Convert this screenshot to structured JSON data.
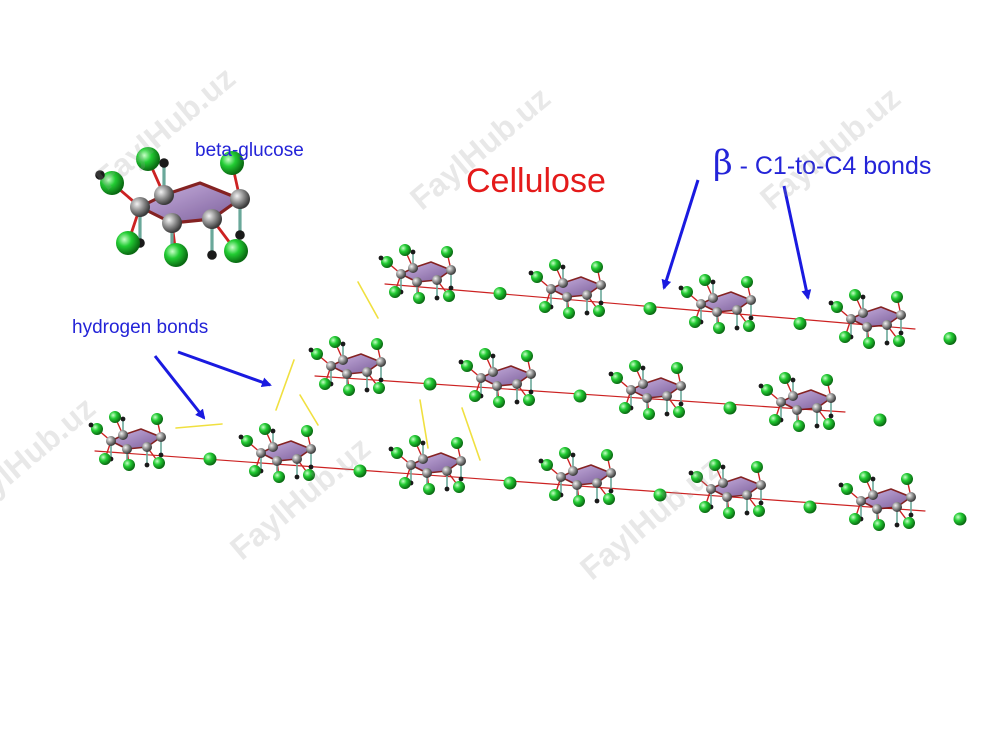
{
  "title": "Cellulose",
  "labels": {
    "monomer": "beta-glucose",
    "hydrogen_bonds": "hydrogen bonds",
    "beta_symbol": "β",
    "glycosidic_bonds": "- C1-to-C4 bonds"
  },
  "watermark": "FaylHub.uz",
  "colors": {
    "ring_fill": "#9a73b5",
    "ring_edge": "#7a1010",
    "oxygen": "#22cc33",
    "carbon": "#8a8a8a",
    "hydrogen": "#1a1a1a",
    "hbond": "#f0e040",
    "bond": "#cc2222",
    "arrow": "#1a1ae0",
    "title": "#e41a1a",
    "label": "#2424d8"
  }
}
